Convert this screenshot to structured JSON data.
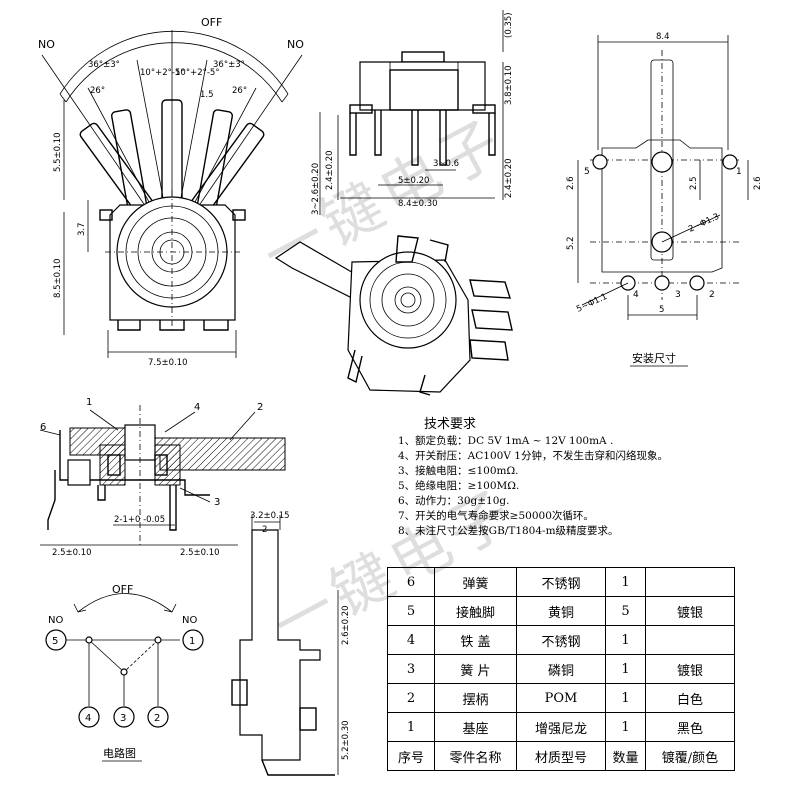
{
  "watermark": "一键电子",
  "top_view": {
    "off": "OFF",
    "no_left": "NO",
    "no_right": "NO",
    "angle_outer_left": "36°±3°",
    "angle_outer_right": "36°±3°",
    "angle_inner_left": "10°+2°-5°",
    "angle_inner_right": "10°+2°-5°",
    "angle_26_left": "26°",
    "angle_26_right": "26°",
    "dim_1_5": "1.5",
    "dim_5_5": "5.5±0.10",
    "dim_3_7": "3.7",
    "dim_8_5": "8.5±0.10",
    "dim_7_5": "7.5±0.10"
  },
  "front_view": {
    "dim_0_35": "(0.35)",
    "dim_3_8": "3.8±0.10",
    "dim_3_2_6": "3~2.6±0.20",
    "dim_2_4_left": "2.4±0.20",
    "dim_3_0_6": "3~0.6",
    "dim_5": "5±0.20",
    "dim_8_4": "8.4±0.30",
    "dim_2_4_right": "2.4±0.20"
  },
  "mounting": {
    "dim_8_4": "8.4",
    "dim_2_6_left": "2.6",
    "dim_2_5": "2.5",
    "dim_2_6_right": "2.6",
    "hole_2": "2~Φ1.3",
    "dim_5_2": "5.2",
    "hole_5": "5~Φ1.1",
    "dim_5": "5",
    "pin_4": "4",
    "pin_3": "3",
    "pin_2": "2",
    "pin_1": "1",
    "pin_5": "5",
    "caption": "安装尺寸"
  },
  "section": {
    "callout_1": "1",
    "callout_2": "2",
    "callout_3": "3",
    "callout_4": "4",
    "callout_6": "6",
    "dim_2_1": "2-1+0 -0.05",
    "dim_2_5_left": "2.5±0.10",
    "dim_2_5_right": "2.5±0.10"
  },
  "side_view": {
    "dim_3_2": "3.2±0.15",
    "dim_2": "2",
    "dim_2_6": "2.6±0.20",
    "dim_5_2": "5.2±0.30"
  },
  "circuit": {
    "off": "OFF",
    "no_left": "NO",
    "no_right": "NO",
    "n5": "5",
    "n1": "1",
    "n4": "4",
    "n3": "3",
    "n2": "2",
    "caption": "电路图"
  },
  "requirements": {
    "title": "技术要求",
    "items": [
      "1、额定负载：DC 5V 1mA ~ 12V 100mA .",
      "4、开关耐压：AC100V 1分钟，不发生击穿和闪络现象。",
      "3、接触电阻：≤100mΩ.",
      "5、绝缘电阻：≥100MΩ.",
      "6、动作力：30g±10g.",
      "7、开关的电气寿命要求≥50000次循环。",
      "8、未注尺寸公差按GB/T1804-m级精度要求。"
    ]
  },
  "bom": {
    "rows": [
      {
        "no": "6",
        "name": "弹簧",
        "material": "不锈钢",
        "qty": "1",
        "finish": ""
      },
      {
        "no": "5",
        "name": "接触脚",
        "material": "黄铜",
        "qty": "5",
        "finish": "镀银"
      },
      {
        "no": "4",
        "name": "铁 盖",
        "material": "不锈钢",
        "qty": "1",
        "finish": ""
      },
      {
        "no": "3",
        "name": "簧 片",
        "material": "磷铜",
        "qty": "1",
        "finish": "镀银"
      },
      {
        "no": "2",
        "name": "摆柄",
        "material": "POM",
        "qty": "1",
        "finish": "白色"
      },
      {
        "no": "1",
        "name": "基座",
        "material": "增强尼龙",
        "qty": "1",
        "finish": "黑色"
      }
    ],
    "header": {
      "no": "序号",
      "name": "零件名称",
      "material": "材质型号",
      "qty": "数量",
      "finish": "镀覆/颜色"
    }
  }
}
